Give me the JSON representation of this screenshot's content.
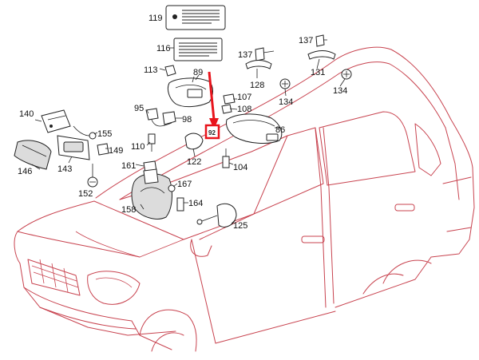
{
  "colors": {
    "car_outline": "#c8434f",
    "part_outline": "#222222",
    "label_text": "#111111",
    "highlight": "#e8141c"
  },
  "labels": {
    "l119": "119",
    "l116": "116",
    "l113": "113",
    "l89": "89",
    "l137a": "137",
    "l137b": "137",
    "l128": "128",
    "l131": "131",
    "l134a": "134",
    "l134b": "134",
    "l107": "107",
    "l108": "108",
    "l86": "86",
    "l95": "95",
    "l98": "98",
    "l140": "140",
    "l155": "155",
    "l149": "149",
    "l110": "110",
    "l146": "146",
    "l143": "143",
    "l152": "152",
    "l161": "161",
    "l122": "122",
    "l104": "104",
    "l167": "167",
    "l158": "158",
    "l164": "164",
    "l125": "125"
  },
  "highlight_box_label": "92",
  "icons": [
    "clip-icon",
    "screw-icon",
    "grab-handle-icon",
    "sun-visor-icon",
    "mirror-icon",
    "lamp-icon"
  ]
}
